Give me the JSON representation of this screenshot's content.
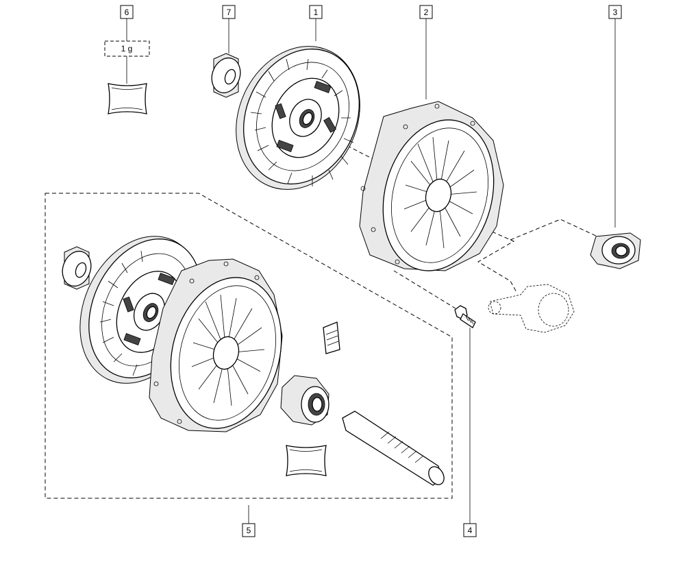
{
  "callouts": [
    {
      "id": "1",
      "label": "1"
    },
    {
      "id": "2",
      "label": "2"
    },
    {
      "id": "3",
      "label": "3"
    },
    {
      "id": "4",
      "label": "4"
    },
    {
      "id": "5",
      "label": "5"
    },
    {
      "id": "6",
      "label": "6"
    },
    {
      "id": "7",
      "label": "7"
    }
  ],
  "grease_quantity": "1 g",
  "colors": {
    "line": "#000000",
    "background": "#ffffff",
    "shade": "#e9e9e9"
  }
}
